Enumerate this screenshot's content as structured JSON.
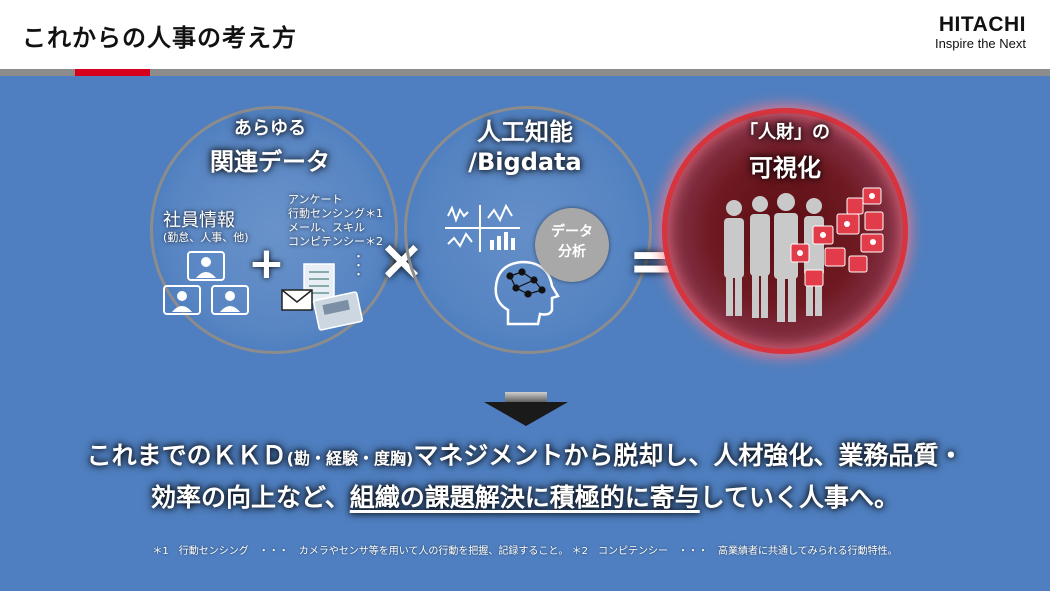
{
  "header": {
    "title": "これからの人事の考え方",
    "logo_brand": "HITACHI",
    "logo_tagline": "Inspire the Next"
  },
  "colors": {
    "panel_bg": "#4f7fc0",
    "accent_red": "#d6001c",
    "rule_gray": "#8c8c8c"
  },
  "circle1": {
    "heading_line1": "あらゆる",
    "heading_line2": "関連データ",
    "shain_label": "社員情報",
    "shain_sub": "(勤怠、人事、他)",
    "list": [
      "アンケート",
      "行動センシング＊1",
      "メール、スキル",
      "コンピテンシー＊2"
    ],
    "dots": "・\n・\n・"
  },
  "operators": {
    "plus": "+",
    "times": "×",
    "equals": "="
  },
  "circle2": {
    "heading_line1": "人工知能",
    "heading_line2": "/Bigdata",
    "bubble_line1": "データ",
    "bubble_line2": "分析"
  },
  "circle3": {
    "heading_line1": "「人財」の",
    "heading_line2": "可視化"
  },
  "message": {
    "line1_a": "これまでのＫＫＤ",
    "line1_b": "(勘・経験・度胸)",
    "line1_c": "マネジメントから脱却し、人材強化、業務品質・",
    "line2_a": "効率の向上など、",
    "line2_b": "組織の課題解決に積極的に寄与",
    "line2_c": "していく人事へ。"
  },
  "footnote": "＊1　行動センシング　・・・　カメラやセンサ等を用いて人の行動を把握、記録すること。 ＊2　コンピテンシー　・・・　高業績者に共通してみられる行動特性。"
}
